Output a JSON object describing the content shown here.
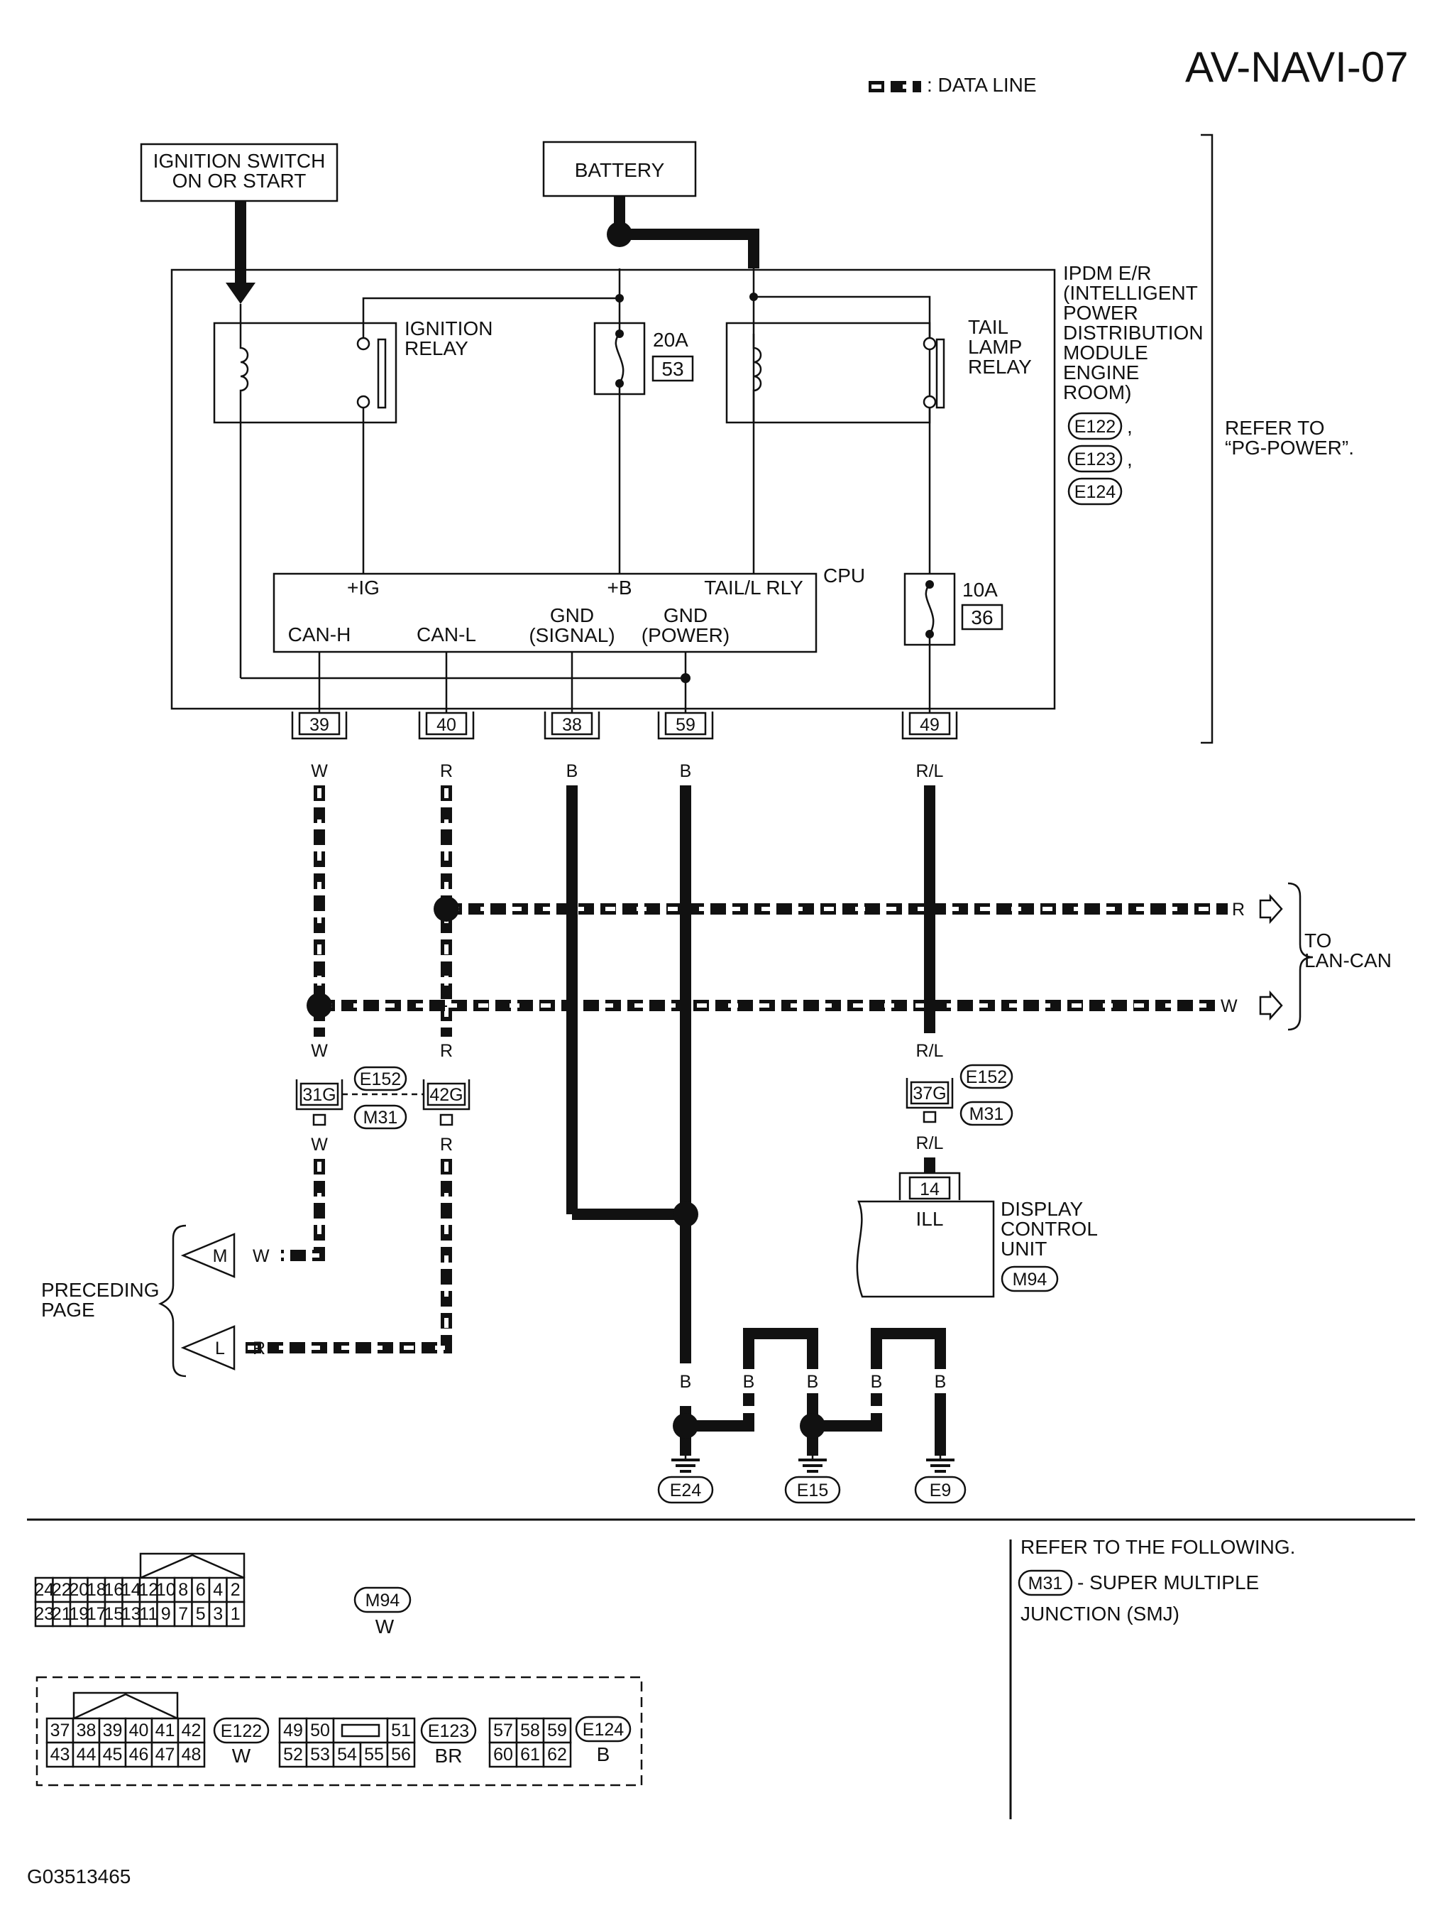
{
  "header": {
    "page_code": "AV-NAVI-07",
    "data_line_legend": ": DATA LINE"
  },
  "power_sources": {
    "ignition_switch": [
      "IGNITION SWITCH",
      "ON OR START"
    ],
    "battery": "BATTERY"
  },
  "ipdm": {
    "label_lines": [
      "IPDM E/R",
      "(INTELLIGENT",
      "POWER",
      "DISTRIBUTION",
      "MODULE",
      "ENGINE",
      "ROOM)"
    ],
    "connectors": [
      "E122",
      "E123",
      "E124"
    ],
    "refer_to": [
      "REFER TO",
      "“PG-POWER”."
    ],
    "ignition_relay": [
      "IGNITION",
      "RELAY"
    ],
    "tail_lamp_relay": [
      "TAIL",
      "LAMP",
      "RELAY"
    ],
    "fuse_20a": {
      "rating": "20A",
      "number": "53"
    },
    "fuse_10a": {
      "rating": "10A",
      "number": "36"
    },
    "cpu": {
      "title": "CPU",
      "inputs": [
        "+IG",
        "+B",
        "TAIL/L RLY"
      ],
      "can_h": "CAN-H",
      "can_l": "CAN-L",
      "gnd_signal": [
        "GND",
        "(SIGNAL)"
      ],
      "gnd_power": [
        "GND",
        "(POWER)"
      ]
    },
    "terminals": [
      "39",
      "40",
      "38",
      "59",
      "49"
    ]
  },
  "wire_colors": {
    "t39": "W",
    "t40": "R",
    "t38": "B",
    "t59": "B",
    "t49": "R/L",
    "r_out": "R",
    "w_out": "W",
    "w_mid": "W",
    "r_mid": "R",
    "rl_mid": "R/L",
    "w_low": "W",
    "r_low": "R",
    "rl_low": "R/L",
    "m_wire": "W",
    "l_wire": "R",
    "g1": "B",
    "g2": "B",
    "g3": "B",
    "g4": "B",
    "g5": "B"
  },
  "lan_can": [
    "TO",
    "LAN-CAN"
  ],
  "smj": {
    "pins": [
      "31G",
      "42G",
      "37G"
    ],
    "connector_e": "E152",
    "connector_m": "M31"
  },
  "display_unit": {
    "pin": "14",
    "pin_label": "ILL",
    "label_lines": [
      "DISPLAY",
      "CONTROL",
      "UNIT"
    ],
    "connector": "M94"
  },
  "preceding_page": {
    "label_lines": [
      "PRECEDING",
      "PAGE"
    ],
    "arrow_m": "M",
    "arrow_l": "L"
  },
  "grounds": [
    "E24",
    "E15",
    "E9"
  ],
  "connector_views": {
    "m94": {
      "id": "M94",
      "color": "W",
      "top_row": [
        "24",
        "22",
        "20",
        "18",
        "16",
        "14",
        "12",
        "10",
        "8",
        "6",
        "4",
        "2"
      ],
      "bottom_row": [
        "23",
        "21",
        "19",
        "17",
        "15",
        "13",
        "11",
        "9",
        "7",
        "5",
        "3",
        "1"
      ]
    },
    "e122": {
      "id": "E122",
      "color": "W",
      "top_row": [
        "37",
        "38",
        "39",
        "40",
        "41",
        "42"
      ],
      "bottom_row": [
        "43",
        "44",
        "45",
        "46",
        "47",
        "48"
      ]
    },
    "e123": {
      "id": "E123",
      "color": "BR",
      "top_row": [
        "49",
        "50",
        "51"
      ],
      "bottom_row": [
        "52",
        "53",
        "54",
        "55",
        "56"
      ]
    },
    "e124": {
      "id": "E124",
      "color": "B",
      "top_row": [
        "57",
        "58",
        "59"
      ],
      "bottom_row": [
        "60",
        "61",
        "62"
      ]
    }
  },
  "refer_note": {
    "line1": "REFER TO THE FOLLOWING.",
    "connector": "M31",
    "line2": "- SUPER MULTIPLE",
    "line3": "JUNCTION (SMJ)"
  },
  "figure_id": "G03513465"
}
